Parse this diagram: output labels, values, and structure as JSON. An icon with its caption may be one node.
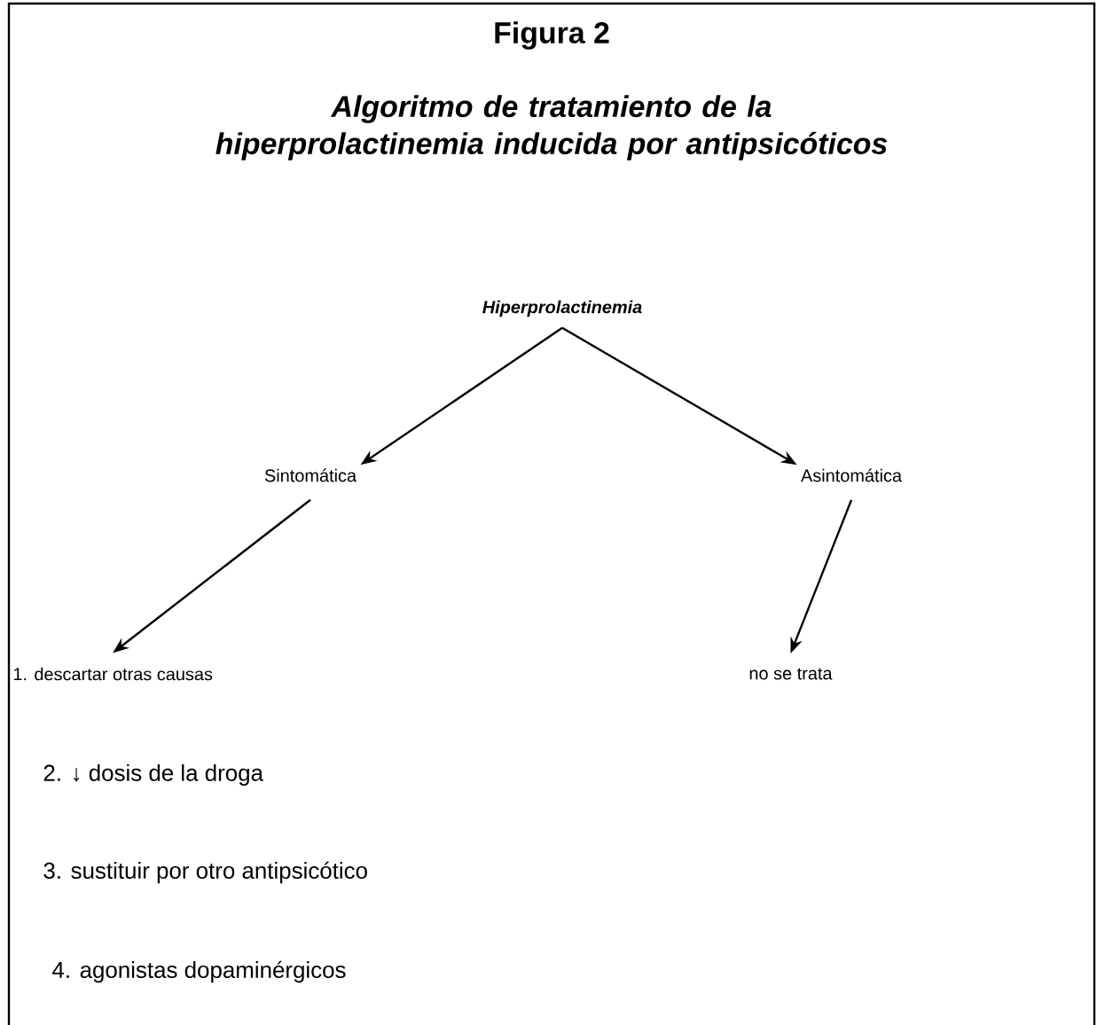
{
  "diagram": {
    "title": "Figura 2",
    "caption": "Algoritmo de tratamiento de la hiperprolactinemia inducida por antipsicóticos",
    "nodes": [
      {
        "text": [
          "Hiperprolactinemia"
        ]
      },
      {
        "text": [
          "Sintomática"
        ]
      },
      {
        "text": [
          "Asintomática"
        ]
      },
      {
        "text": [
          "1. descartar otras causas"
        ]
      },
      {
        "text": [
          "no se trata"
        ]
      }
    ],
    "edges": [
      {
        "from": 0,
        "to": 1,
        "arrow": "to"
      },
      {
        "from": 0,
        "to": 2,
        "arrow": "to"
      },
      {
        "from": 1,
        "to": 3,
        "arrow": "to"
      },
      {
        "from": 2,
        "to": 4,
        "arrow": "to"
      }
    ],
    "labels": [
      "2. ↓ dosis de la droga",
      "3. sustituir por otro antipsicótico",
      "4. agonistas dopaminérgicos"
    ]
  }
}
